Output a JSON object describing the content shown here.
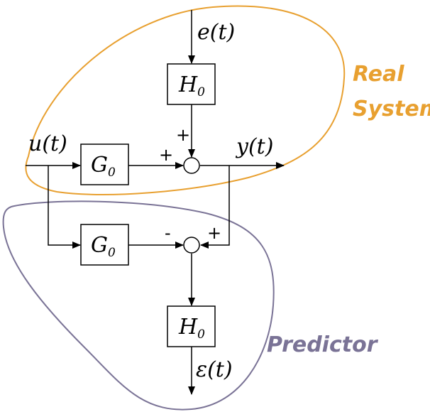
{
  "colors": {
    "real_system": "#E8A030",
    "predictor": "#7A7396",
    "line": "#000000"
  },
  "signals": {
    "input": "u(t)",
    "output": "y(t)",
    "noise": "e(t)",
    "residual": "ε(t)"
  },
  "blocks": {
    "plant_top": {
      "main": "G",
      "sub": "0"
    },
    "noise_model_top": {
      "main": "H",
      "sub": "0"
    },
    "plant_bottom": {
      "main": "G",
      "sub": "0"
    },
    "noise_model_bottom": {
      "main": "H",
      "sub": "0"
    }
  },
  "summing_junctions": {
    "top": {
      "left_sign": "+",
      "top_sign": "+"
    },
    "bottom": {
      "left_sign": "-",
      "right_sign": "+"
    }
  },
  "regions": {
    "real_system": {
      "line1": "Real",
      "line2": "System"
    },
    "predictor": {
      "label": "Predictor"
    }
  }
}
